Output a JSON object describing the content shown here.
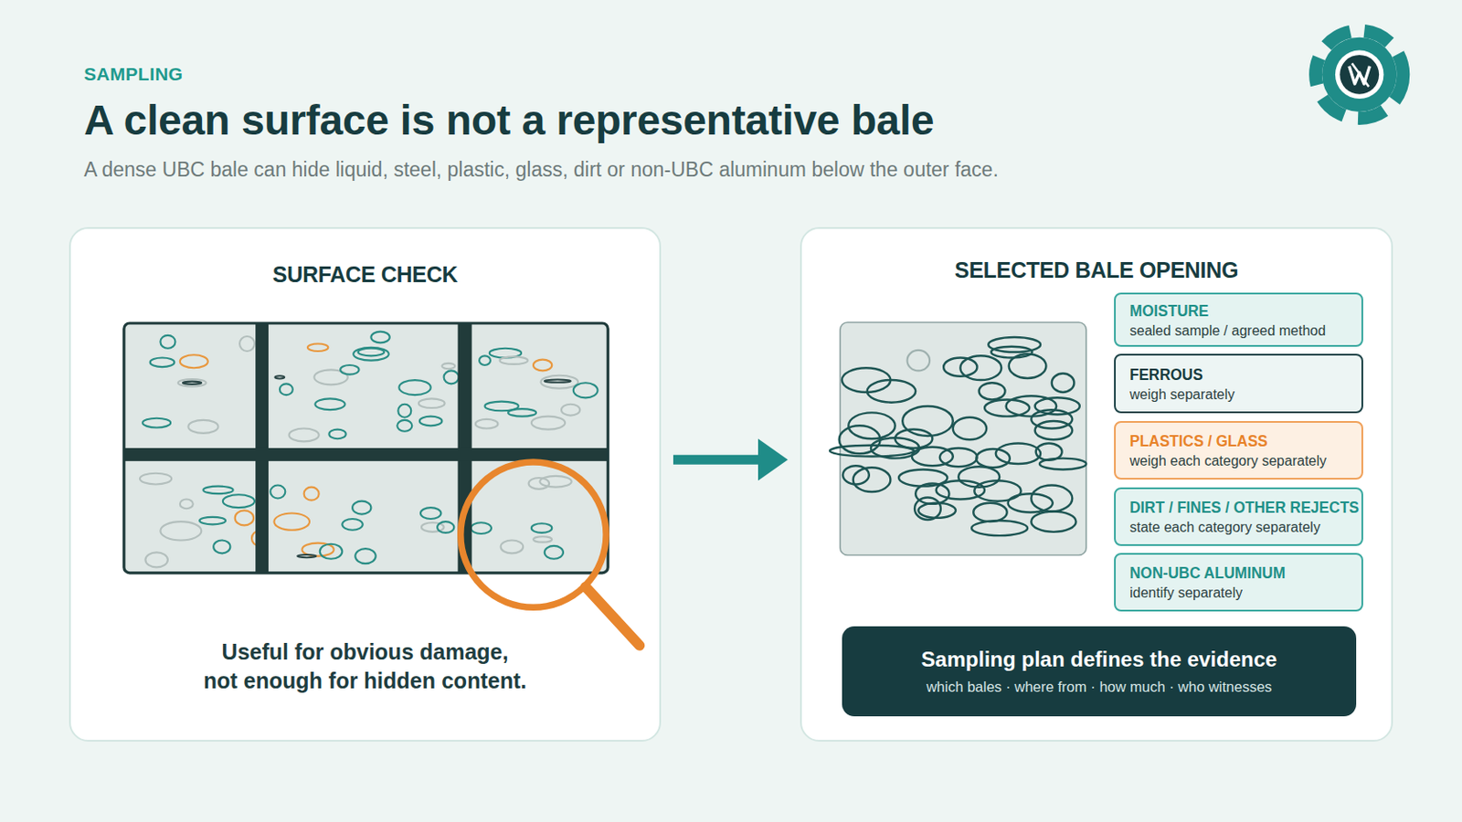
{
  "diagram": {
    "title": "A clean surface is not a representative bale",
    "nodes": [
      {
        "text": [
          "SURFACE CHECK",
          "Useful for obvious damage, not enough for hidden content."
        ]
      },
      {
        "text": [
          "SELECTED BALE OPENING"
        ]
      },
      {
        "text": [
          "MOISTURE",
          "sealed sample / agreed method"
        ],
        "in": 1
      },
      {
        "text": [
          "FERROUS",
          "weigh separately"
        ],
        "in": 1
      },
      {
        "text": [
          "PLASTICS / GLASS",
          "weigh each category separately"
        ],
        "in": 1
      },
      {
        "text": [
          "DIRT / FINES / OTHER REJECTS",
          "state each category separately"
        ],
        "in": 1
      },
      {
        "text": [
          "NON-UBC ALUMINUM",
          "identify separately"
        ],
        "in": 1
      },
      {
        "text": [
          "Sampling plan defines the evidence",
          "which bales · where from · how much · who witnesses"
        ],
        "in": 1
      }
    ],
    "edges": [
      {
        "from": 0,
        "to": 1,
        "arrow": "to"
      }
    ],
    "labels": [
      "SAMPLING",
      "A dense UBC bale can hide liquid, steel, plastic, glass, dirt or non-UBC aluminum below the outer face."
    ]
  }
}
